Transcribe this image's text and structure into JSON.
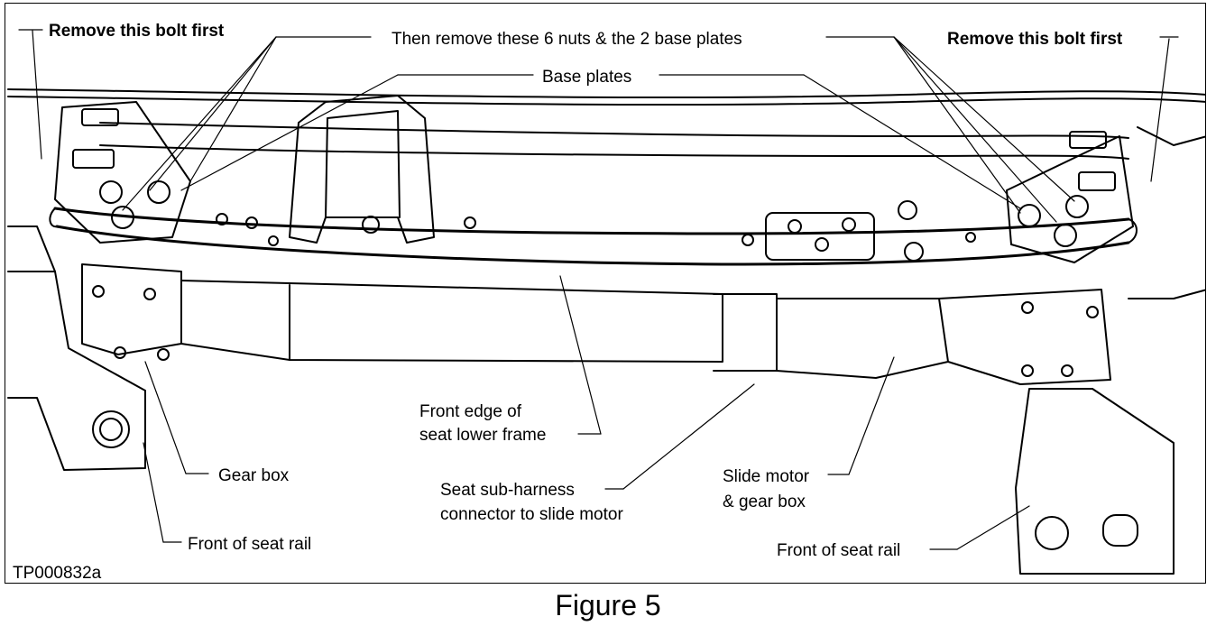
{
  "labels": {
    "remove_bolt_left": "Remove this bolt first",
    "remove_bolt_right": "Remove this bolt first",
    "nuts_and_plates": "Then remove these 6 nuts & the 2 base plates",
    "base_plates": "Base plates",
    "front_edge_line1": "Front edge of",
    "front_edge_line2": "seat lower frame",
    "gear_box": "Gear box",
    "seat_sub_harness_line1": "Seat sub-harness",
    "seat_sub_harness_line2": "connector to slide motor",
    "slide_motor_line1": "Slide motor",
    "slide_motor_line2": "& gear box",
    "front_rail_left": "Front of seat rail",
    "front_rail_right": "Front of seat rail",
    "figure_code": "TP000832a"
  },
  "caption": "Figure 5"
}
